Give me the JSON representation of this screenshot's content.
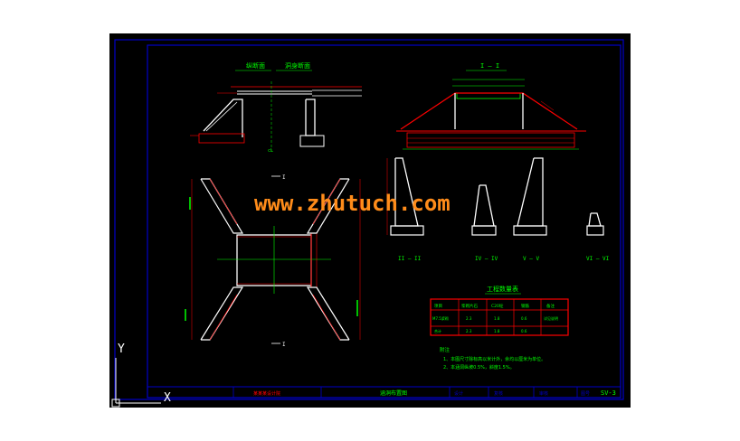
{
  "drawing": {
    "watermark": "www.zhutuch.com",
    "sheet_number": "SV-3",
    "title_block": {
      "design_unit": "某某某设计院",
      "drawing_title": "涵洞布置图",
      "cells": [
        "设计",
        "复核",
        "审核",
        "图号"
      ]
    },
    "sections": {
      "elevation_left": "纵断面",
      "elevation_right": "洞身断面",
      "section_i": "I — I",
      "section_ii": "II — II",
      "section_iv": "IV — IV",
      "section_v": "V — V",
      "section_vi": "VI — VI",
      "plan_cut_top": "I",
      "plan_cut_bottom": "I"
    },
    "quantity_table": {
      "title": "工程数量表",
      "headers": [
        "项目",
        "浆砌片石",
        "C20砼",
        "钢筋",
        "备注"
      ],
      "rows": [
        [
          "M7.5浆砌",
          "2.3",
          "1.8",
          "0.6",
          "详见说明"
        ],
        [
          "合计",
          "2.3",
          "1.8",
          "0.6",
          ""
        ]
      ]
    },
    "notes": {
      "heading": "附注",
      "lines": [
        "1、本图尺寸除标高以米计外，余均以厘米为单位。",
        "2、本涵洞纵坡0.5%，斜度1.5%。"
      ]
    },
    "ucs": {
      "x_label": "X",
      "y_label": "Y"
    }
  },
  "colors": {
    "background": "#000000",
    "frame": "#0000c8",
    "lines": "#ffffff",
    "dim": "#ff0000",
    "text": "#00ff00",
    "watermark": "#ff8c1a"
  }
}
